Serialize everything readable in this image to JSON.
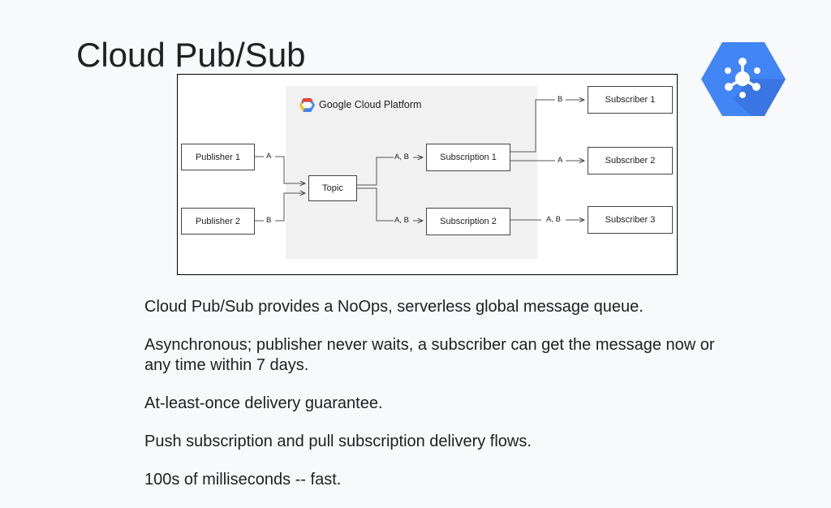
{
  "slide": {
    "title": "Cloud Pub/Sub",
    "bullets": [
      "Cloud Pub/Sub provides a NoOps, serverless global message queue.",
      "Asynchronous; publisher never waits, a subscriber can get the message now or any time within 7 days.",
      "At-least-once delivery guarantee.",
      "Push subscription and pull subscription delivery flows.",
      "100s of milliseconds -- fast."
    ]
  },
  "diagram": {
    "platform_label": "Google Cloud Platform",
    "publisher_1": "Publisher 1",
    "publisher_2": "Publisher 2",
    "topic": "Topic",
    "subscription_1": "Subscription 1",
    "subscription_2": "Subscription 2",
    "subscriber_1": "Subscriber 1",
    "subscriber_2": "Subscriber 2",
    "subscriber_3": "Subscriber 3",
    "wires": {
      "pub1_msg": "A",
      "pub2_msg": "B",
      "to_sub1": "A, B",
      "to_sub2": "A, B",
      "to_subscriber1": "B",
      "to_subscriber2": "A",
      "to_subscriber3": "A, B"
    }
  },
  "colors": {
    "logo_blue": "#4285f4",
    "logo_shadow": "#3367d6",
    "gcp_red": "#ea4335",
    "gcp_yellow": "#fbbc04",
    "gcp_blue": "#4285f4"
  },
  "icons": {
    "product_logo": "pubsub-hexagon-icon",
    "platform_logo": "google-cloud-hexagon-icon"
  }
}
